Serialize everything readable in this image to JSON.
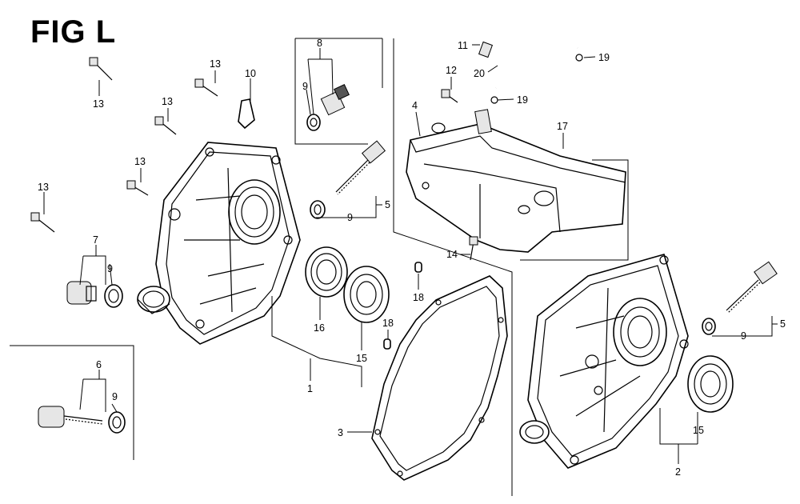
{
  "figure": {
    "title": "FIG L"
  },
  "callouts": [
    {
      "id": "c13a",
      "text": "13"
    },
    {
      "id": "c13b",
      "text": "13"
    },
    {
      "id": "c13c",
      "text": "13"
    },
    {
      "id": "c13d",
      "text": "13"
    },
    {
      "id": "c13e",
      "text": "13"
    },
    {
      "id": "c10",
      "text": "10"
    },
    {
      "id": "c8",
      "text": "8"
    },
    {
      "id": "c9a",
      "text": "9"
    },
    {
      "id": "c9b",
      "text": "9"
    },
    {
      "id": "c5a",
      "text": "5"
    },
    {
      "id": "c7",
      "text": "7"
    },
    {
      "id": "c9c",
      "text": "9"
    },
    {
      "id": "c16",
      "text": "16"
    },
    {
      "id": "c15a",
      "text": "15"
    },
    {
      "id": "c1",
      "text": "1"
    },
    {
      "id": "c18a",
      "text": "18"
    },
    {
      "id": "c18b",
      "text": "18"
    },
    {
      "id": "c6",
      "text": "6"
    },
    {
      "id": "c9d",
      "text": "9"
    },
    {
      "id": "c3",
      "text": "3"
    },
    {
      "id": "c11",
      "text": "11"
    },
    {
      "id": "c12",
      "text": "12"
    },
    {
      "id": "c4",
      "text": "4"
    },
    {
      "id": "c20",
      "text": "20"
    },
    {
      "id": "c19a",
      "text": "19"
    },
    {
      "id": "c19b",
      "text": "19"
    },
    {
      "id": "c17",
      "text": "17"
    },
    {
      "id": "c14",
      "text": "14"
    },
    {
      "id": "c5b",
      "text": "5"
    },
    {
      "id": "c9e",
      "text": "9"
    },
    {
      "id": "c15b",
      "text": "15"
    },
    {
      "id": "c2",
      "text": "2"
    }
  ]
}
